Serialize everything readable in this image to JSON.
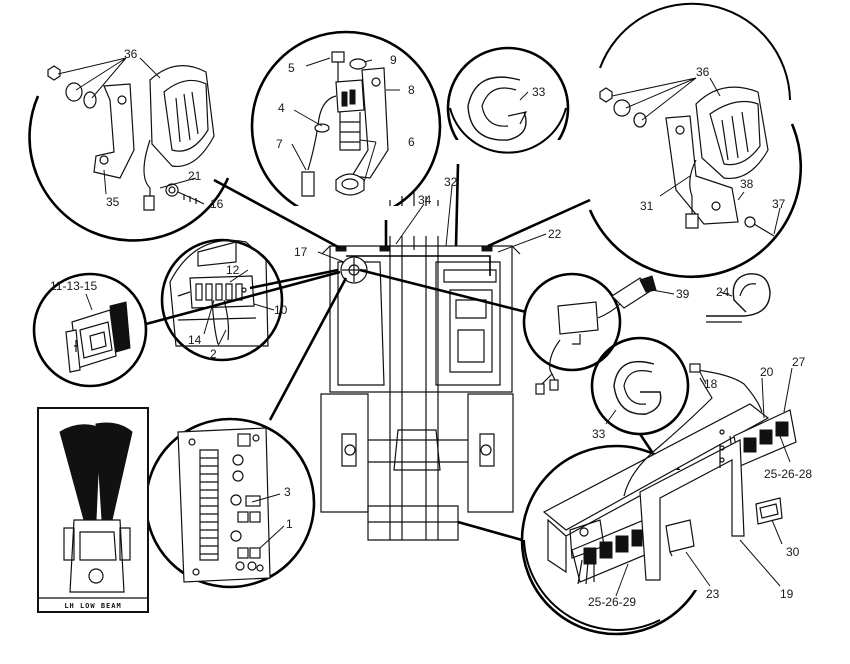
{
  "callouts": {
    "c36_left": "36",
    "c5": "5",
    "c9": "9",
    "c8": "8",
    "c4": "4",
    "c7": "7",
    "c6": "6",
    "c33_top": "33",
    "c36_right": "36",
    "c35": "35",
    "c21": "21",
    "c16": "16",
    "c32": "32",
    "c34": "34",
    "c31": "31",
    "c38": "38",
    "c37": "37",
    "c22": "22",
    "c17": "17",
    "c12": "12",
    "c11_13_15": "11-13-15",
    "c10": "10",
    "c14": "14",
    "c2": "2",
    "c39": "39",
    "c24": "24",
    "c18": "18",
    "c20": "20",
    "c27": "27",
    "c33_mid": "33",
    "c25_26_28": "25-26-28",
    "c3": "3",
    "c1": "1",
    "c30": "30",
    "c25_26_29": "25-26-29",
    "c23": "23",
    "c19": "19"
  },
  "inset_caption": "LH LOW BEAM",
  "colors": {
    "ink": "#111111",
    "paper": "#ffffff",
    "beam": "#000000"
  }
}
